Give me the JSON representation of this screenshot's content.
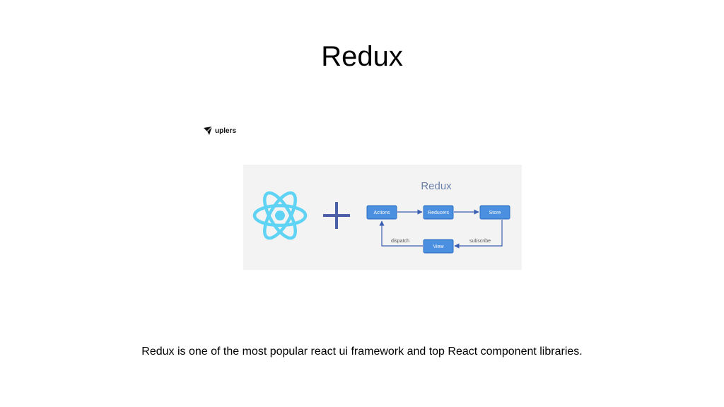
{
  "slide": {
    "title": "Redux",
    "caption": "Redux is one of the most popular react ui framework and top React component libraries."
  },
  "logo": {
    "text": "uplers",
    "icon": "uplers-logo-icon"
  },
  "diagram": {
    "heading": "Redux",
    "nodes": {
      "actions": "Actions",
      "reducers": "Reducers",
      "store": "Store",
      "view": "View"
    },
    "edge_labels": {
      "dispatch": "dispatch",
      "subscribe": "subscribe"
    },
    "icons": [
      "react-logo-icon",
      "plus-icon"
    ],
    "colors": {
      "react": "#5fd3f3",
      "plus": "#4a5fa8",
      "node_fill": "#4a8fe0",
      "heading": "#6b7fa8",
      "arrow": "#3a5fb0"
    }
  }
}
